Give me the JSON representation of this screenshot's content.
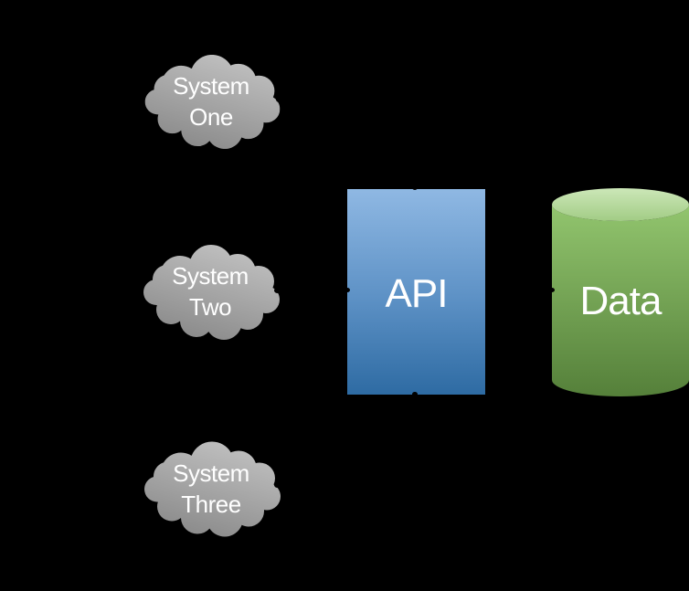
{
  "colors": {
    "background": "#000000",
    "cloud_light": "#c4c4c4",
    "cloud_dark": "#878787",
    "api_top": "#8fb8e3",
    "api_mid": "#5e92c6",
    "api_bottom": "#2e6ba3",
    "data_top_light": "#cce7b8",
    "data_top_dark": "#a2cc85",
    "data_body_top": "#92c56e",
    "data_body_bottom": "#55803a",
    "label": "#ffffff"
  },
  "diagram": {
    "clouds": [
      {
        "line1": "System",
        "line2": "One"
      },
      {
        "line1": "System",
        "line2": "Two"
      },
      {
        "line1": "System",
        "line2": "Three"
      }
    ],
    "api": {
      "label": "API"
    },
    "data_store": {
      "label": "Data"
    }
  }
}
